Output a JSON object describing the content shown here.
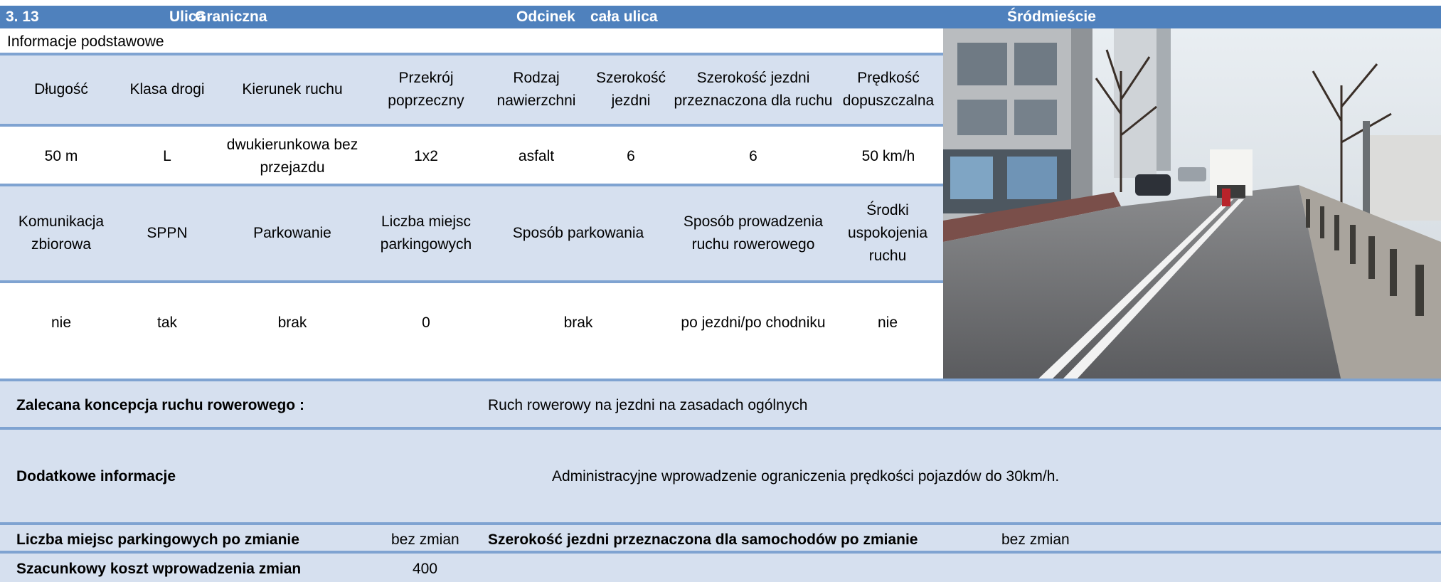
{
  "header": {
    "number": "3. 13",
    "street_label": "Ulica",
    "street_name": "Graniczna",
    "section_label": "Odcinek",
    "section_value": "cała ulica",
    "district": "Śródmieście"
  },
  "basic_info_title": "Informacje podstawowe",
  "table1": {
    "headers": [
      "Długość",
      "Klasa drogi",
      "Kierunek ruchu",
      "Przekrój poprzeczny",
      "Rodzaj nawierzchni",
      "Szerokość jezdni",
      "Szerokość jezdni przeznaczona dla ruchu",
      "Prędkość dopuszczalna"
    ],
    "values": [
      "50 m",
      "L",
      "dwukierunkowa bez przejazdu",
      "1x2",
      "asfalt",
      "6",
      "6",
      "50 km/h"
    ]
  },
  "table2": {
    "headers": [
      "Komunikacja zbiorowa",
      "SPPN",
      "Parkowanie",
      "Liczba miejsc parkingowych",
      "Sposób parkowania",
      "Sposób prowadzenia ruchu rowerowego",
      "Środki uspokojenia ruchu"
    ],
    "values": [
      "nie",
      "tak",
      "brak",
      "0",
      "brak",
      "po jezdni/po chodniku",
      "nie"
    ]
  },
  "recommendation": {
    "label": "Zalecana koncepcja ruchu rowerowego :",
    "value": "Ruch rowerowy na jezdni na zasadach ogólnych"
  },
  "additional": {
    "label": "Dodatkowe informacje",
    "value": "Administracyjne wprowadzenie ograniczenia prędkości pojazdów do 30km/h."
  },
  "parking_after": {
    "label": "Liczba miejsc parkingowych po zmianie",
    "value": "bez zmian"
  },
  "width_after": {
    "label": "Szerokość jezdni przeznaczona dla samochodów po zmianie",
    "value": "bez zmian"
  },
  "cost": {
    "label": "Szacunkowy koszt wprowadzenia zmian",
    "value": "400"
  }
}
